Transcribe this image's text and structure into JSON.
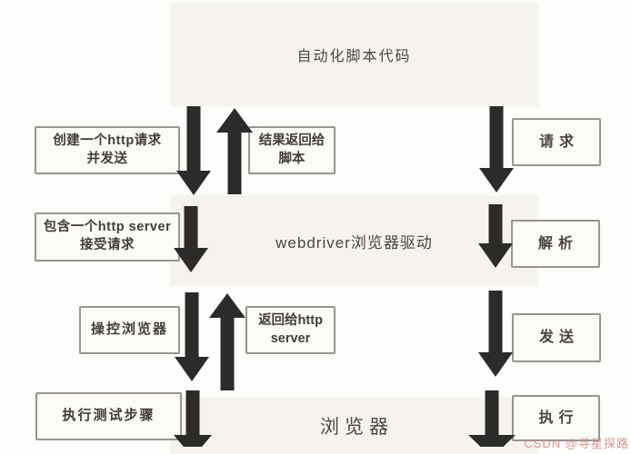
{
  "diagram": {
    "title_panels": {
      "script": {
        "label": "自动化脚本代码"
      },
      "webdriver": {
        "label": "webdriver浏览器驱动"
      },
      "browser": {
        "label": "浏览器"
      }
    },
    "left_boxes": [
      {
        "lines": [
          "创建一个http请求",
          "并发送"
        ]
      },
      {
        "lines": [
          "包含一个http server",
          "接受请求"
        ]
      },
      {
        "lines": [
          "操控浏览器"
        ]
      },
      {
        "lines": [
          "执行测试步骤"
        ]
      }
    ],
    "return_boxes": [
      {
        "lines": [
          "结果返回给",
          "脚本"
        ]
      },
      {
        "lines": [
          "返回给http",
          "server"
        ]
      }
    ],
    "right_boxes": [
      {
        "label": "请求"
      },
      {
        "label": "解析"
      },
      {
        "label": "发送"
      },
      {
        "label": "执行"
      }
    ],
    "colors": {
      "panel_bg": "#f6f3ee",
      "box_bg": "#fcfbf8",
      "box_border": "#98948e",
      "arrow": "#2c2b29",
      "text": "#413d38",
      "watermark": "#cf8b82"
    }
  },
  "watermark": {
    "text": "CSDN @寻星探路"
  }
}
